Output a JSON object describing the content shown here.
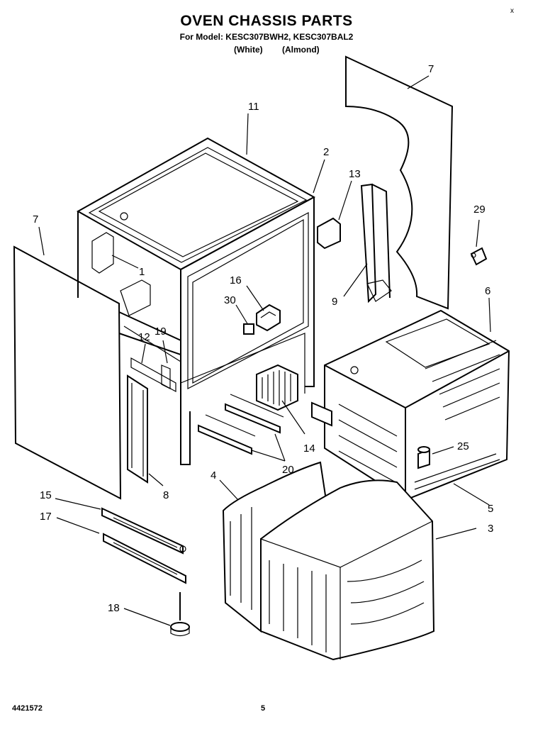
{
  "header": {
    "title": "OVEN CHASSIS PARTS",
    "subtitle": "For Model: KESC307BWH2, KESC307BAL2",
    "variant_left": "(White)",
    "variant_right": "(Almond)",
    "corner_mark": "x"
  },
  "callouts": {
    "c7a": "7",
    "c7b": "7",
    "c11": "11",
    "c2": "2",
    "c13": "13",
    "c29": "29",
    "c1": "1",
    "c16": "16",
    "c30": "30",
    "c9": "9",
    "c6": "6",
    "c12": "12",
    "c19": "19",
    "c25": "25",
    "c14": "14",
    "c20": "20",
    "c8": "8",
    "c4": "4",
    "c5": "5",
    "c3": "3",
    "c15": "15",
    "c17": "17",
    "c18": "18"
  },
  "footer": {
    "code": "4421572",
    "page": "5"
  }
}
